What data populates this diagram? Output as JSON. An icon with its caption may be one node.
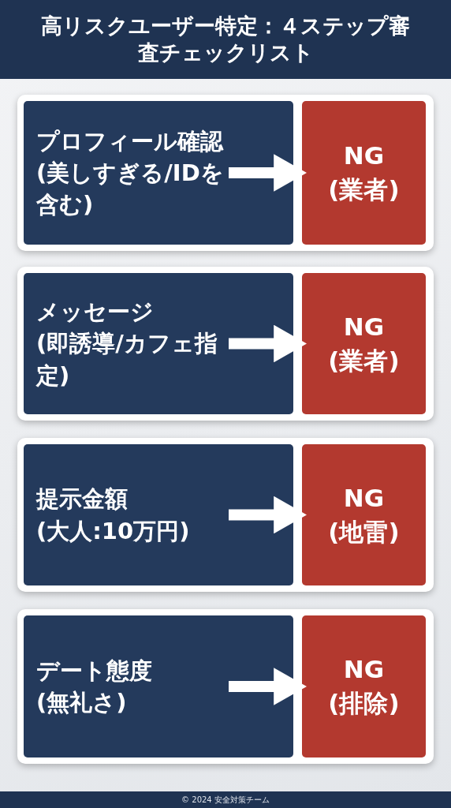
{
  "diagram": {
    "title": "高リスクユーザー特定：４ステップ審査チェックリスト",
    "nodes": [
      {
        "text": [
          "プロフィール確認",
          "(美しすぎる/IDを含む)"
        ]
      },
      {
        "text": [
          "NG",
          "(業者)"
        ]
      },
      {
        "text": [
          "メッセージ",
          "(即誘導/カフェ指定)"
        ]
      },
      {
        "text": [
          "NG",
          "(業者)"
        ]
      },
      {
        "text": [
          "提示金額",
          "(大人:10万円)"
        ]
      },
      {
        "text": [
          "NG",
          "(地雷)"
        ]
      },
      {
        "text": [
          "デート態度",
          "(無礼さ)"
        ]
      },
      {
        "text": [
          "NG",
          "(排除)"
        ]
      }
    ],
    "edges": [
      {
        "from": 0,
        "to": 1,
        "arrow": "to"
      },
      {
        "from": 2,
        "to": 3,
        "arrow": "to"
      },
      {
        "from": 4,
        "to": 5,
        "arrow": "to"
      },
      {
        "from": 6,
        "to": 7,
        "arrow": "to"
      }
    ],
    "labels": [
      "© 2024 安全対策チーム"
    ]
  }
}
